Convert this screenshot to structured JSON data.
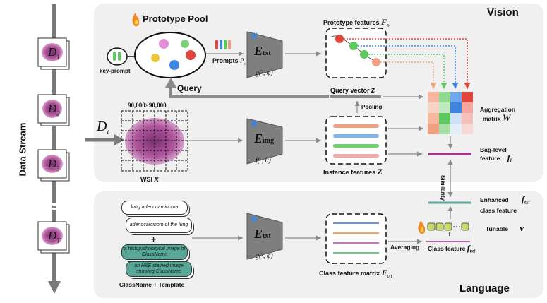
{
  "left": {
    "stream_label": "Data Stream",
    "slides": [
      {
        "label": "D",
        "sub": "1"
      },
      {
        "label": "D",
        "sub": "2"
      },
      {
        "label": "D",
        "sub": "3"
      },
      {
        "label": "D",
        "sub": "T"
      }
    ],
    "dt_label": "D",
    "dt_sub": "t"
  },
  "vision": {
    "title": "Vision",
    "pool_title": "Prototype Pool",
    "key_prompt": "key-prompt",
    "prompts_label": "Prompts",
    "prompts_math": "P",
    "prompts_sub": "s",
    "etxt_main": "E",
    "etxt_sub": "txt",
    "etxt_func": "g(·, φ)",
    "proto_features": "Prototype features",
    "proto_sym": "F",
    "proto_sub": "p",
    "query": "Query",
    "query_vector": "Query vector",
    "query_sym": "z",
    "pooling": "Pooling",
    "wsi_size": "90,000×90,000",
    "wsi_label": "WSI",
    "wsi_sym": "x",
    "eimg_main": "E",
    "eimg_sub": "img",
    "eimg_func": "f(·, θ)",
    "instance_features": "Instance features",
    "instance_sym": "Z",
    "aggregation": "Aggregation",
    "matrix": "matrix",
    "agg_sym": "W",
    "bag_level": "Bag-level",
    "feature": "feature",
    "bag_sym": "f",
    "bag_sub": "b",
    "similarity": "Similarity"
  },
  "language": {
    "title": "Language",
    "templates": [
      "lung adenocarcinoma",
      "adenocarcinom of the lung",
      "a histopathological image of ClassName",
      "an H&E stained image showing ClassName"
    ],
    "plus": "+",
    "classname_template": "ClassName + Template",
    "etxt_main": "E",
    "etxt_sub": "txt",
    "etxt_func": "g(·, φ)",
    "class_feature_matrix": "Class feature matrix",
    "cfm_sym": "F",
    "cfm_sub": "txt",
    "averaging": "Averaging",
    "class_feature": "Class feature",
    "cf_sym": "f",
    "cf_sub": "txt",
    "tunable": "Tunable",
    "tunable_sym": "v",
    "enhanced": "Enhanced",
    "class_feature_line": "class feature",
    "enh_sym": "f",
    "enh_sub": "txt"
  },
  "colors": {
    "red": "#e0473a",
    "green": "#5bc95b",
    "blue": "#3d85e0",
    "salmon": "#f0a080",
    "purple": "#9c3a8c",
    "panel": "#f0f0f0",
    "arrow": "#8a8a8a",
    "tunable": "#c9dc6a",
    "teal": "#5aa79a"
  }
}
